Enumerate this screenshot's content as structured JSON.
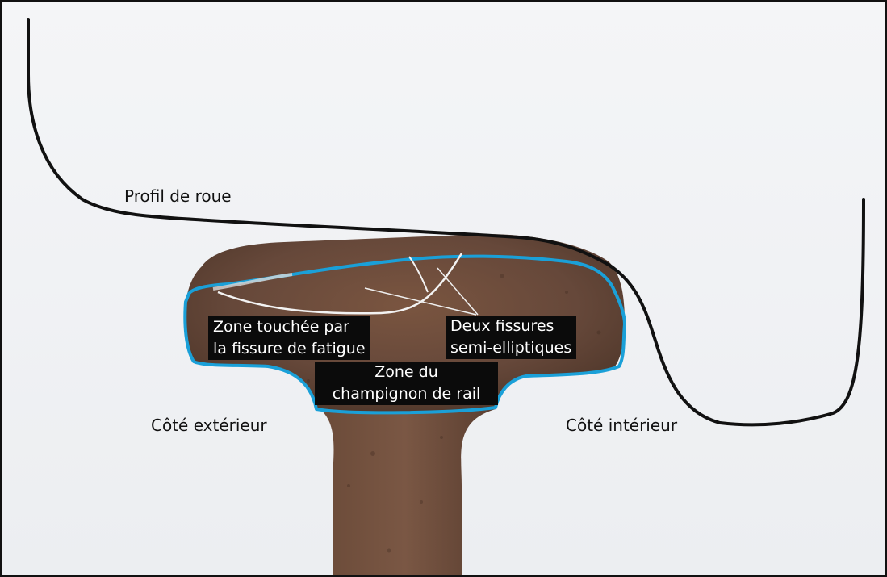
{
  "labels": {
    "wheel_profile": "Profil de roue",
    "outer_side": "Côté extérieur",
    "inner_side": "Côté intérieur"
  },
  "boxes": {
    "fatigue_zone": [
      "Zone touchée par",
      "la fissure de fatigue"
    ],
    "railhead_zone": [
      "Zone du",
      "champignon de rail"
    ],
    "two_cracks": [
      "Deux fissures",
      "semi-elliptiques"
    ]
  },
  "colors": {
    "background": "#eef0f3",
    "rail_steel": "#6e4d39",
    "outline": "#1aa0d8",
    "wheel_profile": "#111111",
    "label_box": "#0b0b0b"
  }
}
